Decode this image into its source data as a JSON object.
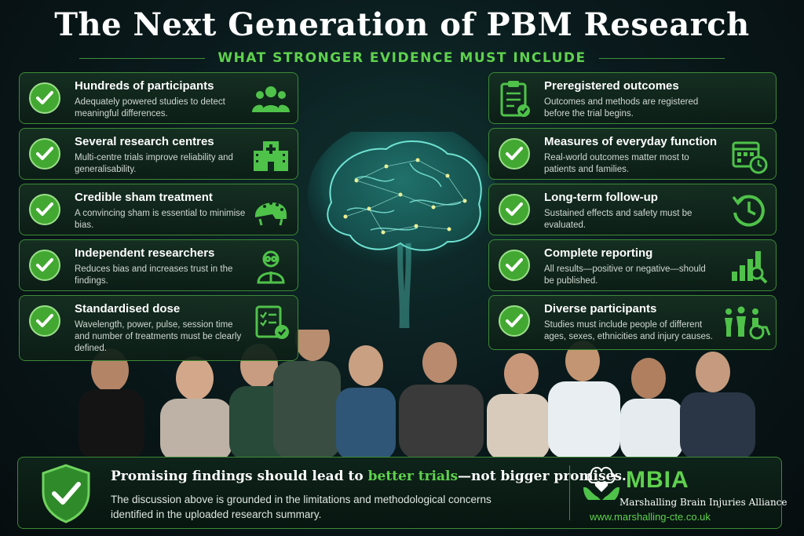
{
  "header": {
    "title": "The Next Generation of PBM Research",
    "subtitle": "WHAT STRONGER EVIDENCE MUST INCLUDE"
  },
  "left_items": [
    {
      "title": "Hundreds of participants",
      "desc": "Adequately powered studies to detect meaningful differences.",
      "icon": "group-icon"
    },
    {
      "title": "Several research centres",
      "desc": "Multi-centre trials improve reliability and generalisability.",
      "icon": "hospital-icon"
    },
    {
      "title": "Credible sham treatment",
      "desc": "A convincing sham is essential to minimise bias.",
      "icon": "helmet-icon"
    },
    {
      "title": "Independent researchers",
      "desc": "Reduces bias and increases trust in the findings.",
      "icon": "researcher-icon"
    },
    {
      "title": "Standardised dose",
      "desc": "Wavelength, power, pulse, session time and number of treatments must be clearly defined.",
      "icon": "checklist-icon"
    }
  ],
  "right_items": [
    {
      "title": "Preregistered outcomes",
      "desc": "Outcomes and methods are registered before the trial begins.",
      "icon": "clipboard-icon"
    },
    {
      "title": "Measures of everyday function",
      "desc": "Real-world outcomes matter most to patients and families.",
      "icon": "calendar-clock-icon"
    },
    {
      "title": "Long-term follow-up",
      "desc": "Sustained effects and safety must be evaluated.",
      "icon": "history-clock-icon"
    },
    {
      "title": "Complete reporting",
      "desc": "All results—positive or negative—should be published.",
      "icon": "bar-chart-search-icon"
    },
    {
      "title": "Diverse participants",
      "desc": "Studies must include people of different ages, sexes, ethnicities and injury causes.",
      "icon": "diverse-people-icon"
    }
  ],
  "banner": {
    "headline_start": "Promising findings should lead to ",
    "headline_highlight": "better trials",
    "headline_end": "—not bigger promises.",
    "body": "The discussion above is grounded in the limitations and methodological concerns identified in the uploaded research summary."
  },
  "brand": {
    "name": "MBIA",
    "full_name": "Marshalling Brain Injuries Alliance",
    "url": "www.marshalling-cte.co.uk"
  },
  "colors": {
    "accent_green": "#5fd14e",
    "check_green": "#43a832",
    "card_border": "#3d8a35",
    "background": "#0a1a1c"
  }
}
